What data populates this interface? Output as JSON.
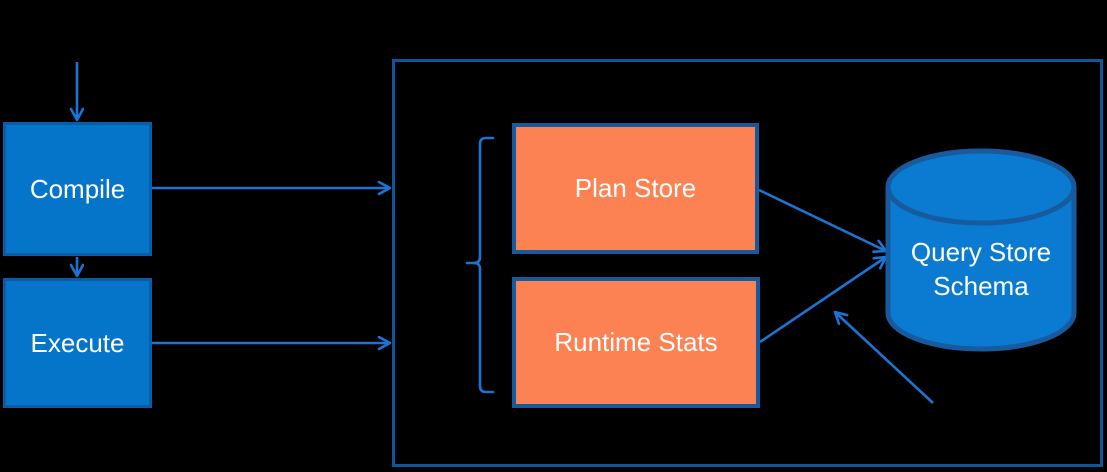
{
  "diagram": {
    "type": "flow-diagram",
    "nodes": {
      "compile": {
        "label": "Compile"
      },
      "execute": {
        "label": "Execute"
      },
      "plan_store": {
        "label": "Plan Store"
      },
      "runtime_stats": {
        "label": "Runtime Stats"
      },
      "query_store_schema": {
        "label": "Query Store Schema"
      }
    },
    "groups": {
      "query_store_container": {
        "members": [
          "plan_store",
          "runtime_stats",
          "query_store_schema"
        ]
      },
      "brace_group": {
        "members": [
          "plan_store",
          "runtime_stats"
        ]
      }
    },
    "connections": [
      {
        "from": "input",
        "to": "compile",
        "style": "arrow"
      },
      {
        "from": "compile",
        "to": "execute",
        "style": "arrow"
      },
      {
        "from": "compile",
        "to": "query_store_container",
        "style": "arrow"
      },
      {
        "from": "execute",
        "to": "query_store_container",
        "style": "arrow"
      },
      {
        "from": "plan_store",
        "to": "query_store_schema",
        "style": "arrow"
      },
      {
        "from": "runtime_stats",
        "to": "query_store_schema",
        "style": "arrow"
      },
      {
        "from": "external-lower-right",
        "to": "query_store_schema",
        "style": "arrow"
      }
    ],
    "colors": {
      "background": "#000000",
      "process_box_fill": "#0575CA",
      "process_box_border": "#0B5CA6",
      "store_box_fill": "#FC8253",
      "store_box_border": "#15599E",
      "container_border": "#0D5698",
      "cylinder_fill": "#0A7BD1",
      "cylinder_border": "#175A9E",
      "arrow": "#1B74D4",
      "label_text": "#FFFFFF"
    }
  }
}
